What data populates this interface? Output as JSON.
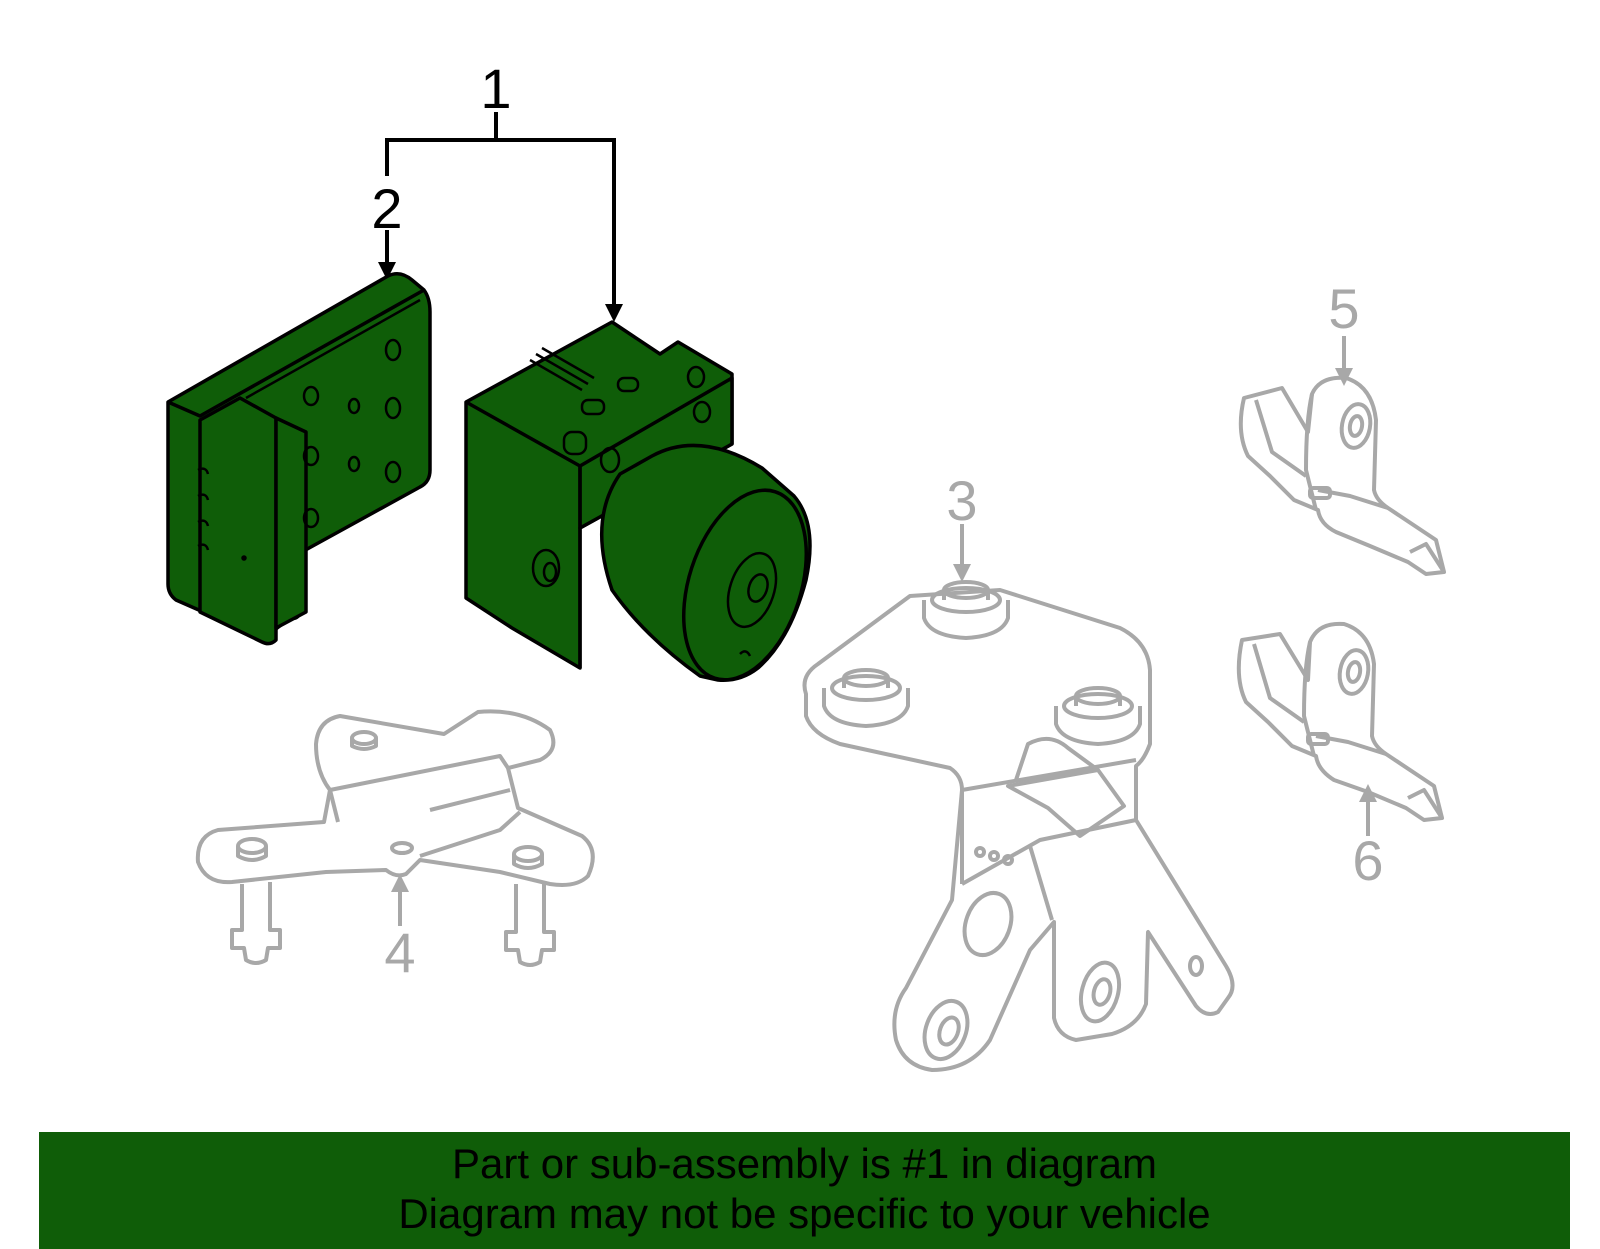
{
  "colors": {
    "highlight_fill": "#0f5d08",
    "active_outline": "#000000",
    "inactive_outline": "#a8a8a8",
    "banner_background": "#0f5d08",
    "banner_text": "#000000"
  },
  "callouts": {
    "c1": "1",
    "c2": "2",
    "c3": "3",
    "c4": "4",
    "c5": "5",
    "c6": "6"
  },
  "banner": {
    "line1": "Part or sub-assembly is #1 in diagram",
    "line2": "Diagram may not be specific to your vehicle"
  }
}
